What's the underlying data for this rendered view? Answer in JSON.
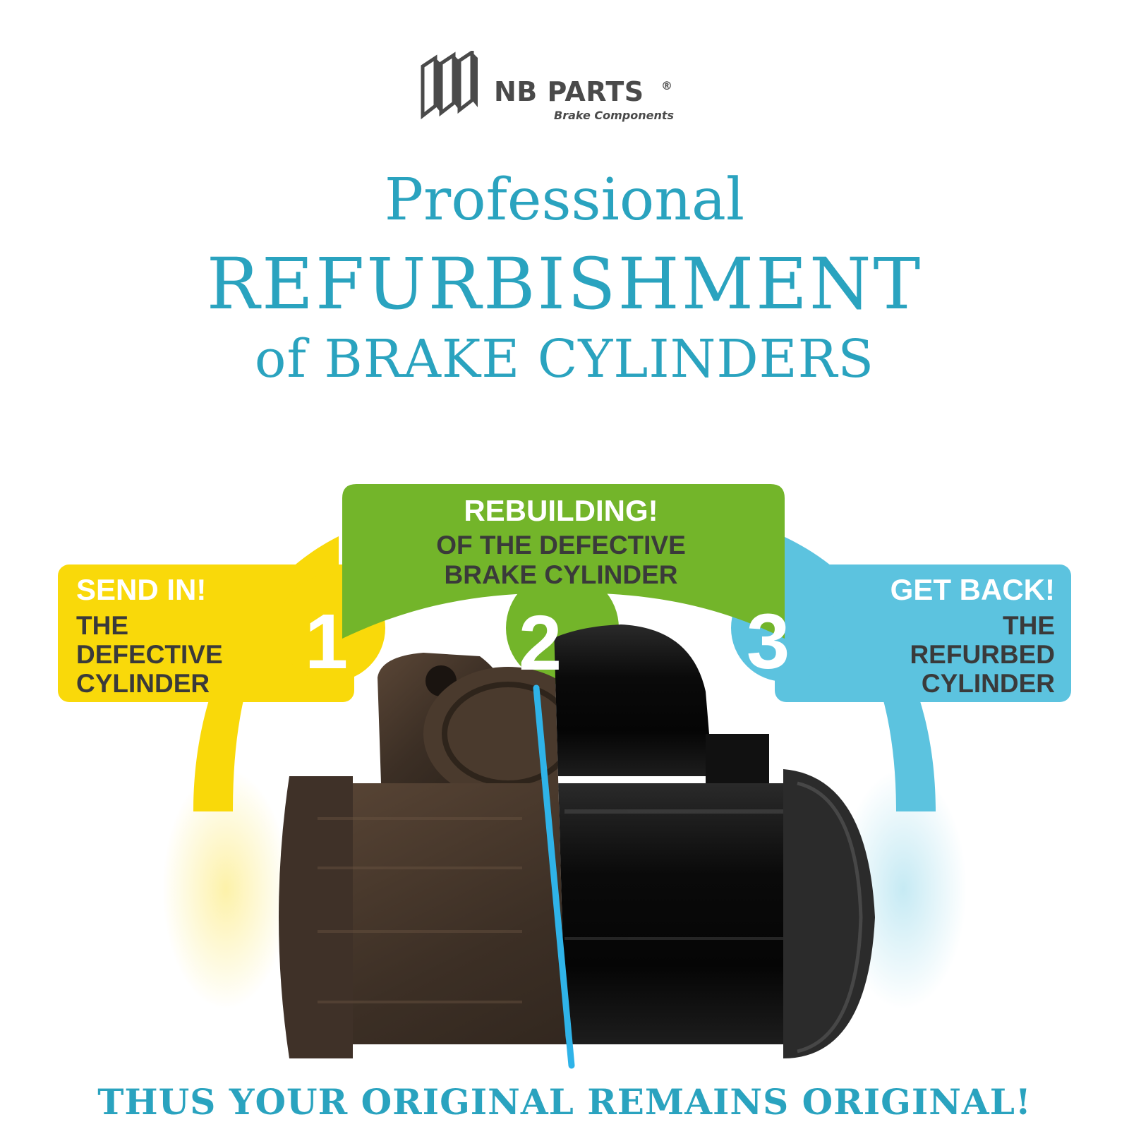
{
  "logo": {
    "name": "NB PARTS",
    "registered": "®",
    "tagline": "Brake Components"
  },
  "headline": {
    "line1": "Professional",
    "line2": "REFURBISHMENT",
    "line3": "of BRAKE CYLINDERS"
  },
  "steps": [
    {
      "number": "1",
      "title": "SEND IN!",
      "body": [
        "THE",
        "DEFECTIVE",
        "CYLINDER"
      ],
      "color": "#f9d90a"
    },
    {
      "number": "2",
      "title": "REBUILDING!",
      "body": [
        "OF THE DEFECTIVE",
        "BRAKE CYLINDER"
      ],
      "color": "#73b52a"
    },
    {
      "number": "3",
      "title": "GET BACK!",
      "body": [
        "THE",
        "REFURBED",
        "CYLINDER"
      ],
      "color": "#5cc3df"
    }
  ],
  "footer": "THUS YOUR ORIGINAL REMAINS ORIGINAL!",
  "colors": {
    "accent": "#2aa3bf",
    "divider_line": "#2fb3e8"
  }
}
